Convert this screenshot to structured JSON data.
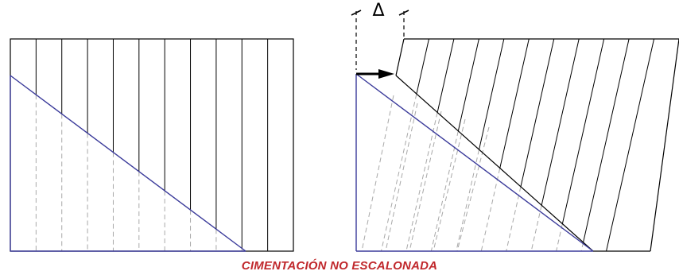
{
  "figure": {
    "caption": "CIMENTACIÓN NO ESCALONADA",
    "delta_symbol": "Δ",
    "colors": {
      "outline": "#000000",
      "diagonal": "#3a3a9a",
      "dashed": "#a8a8a8",
      "caption": "#c0282c"
    }
  },
  "left_panel": {
    "name": "original-block",
    "column_count": 11,
    "shear_offset": 0
  },
  "right_panel": {
    "name": "sheared-block",
    "column_count": 11,
    "shear_offset_label": "Δ"
  }
}
